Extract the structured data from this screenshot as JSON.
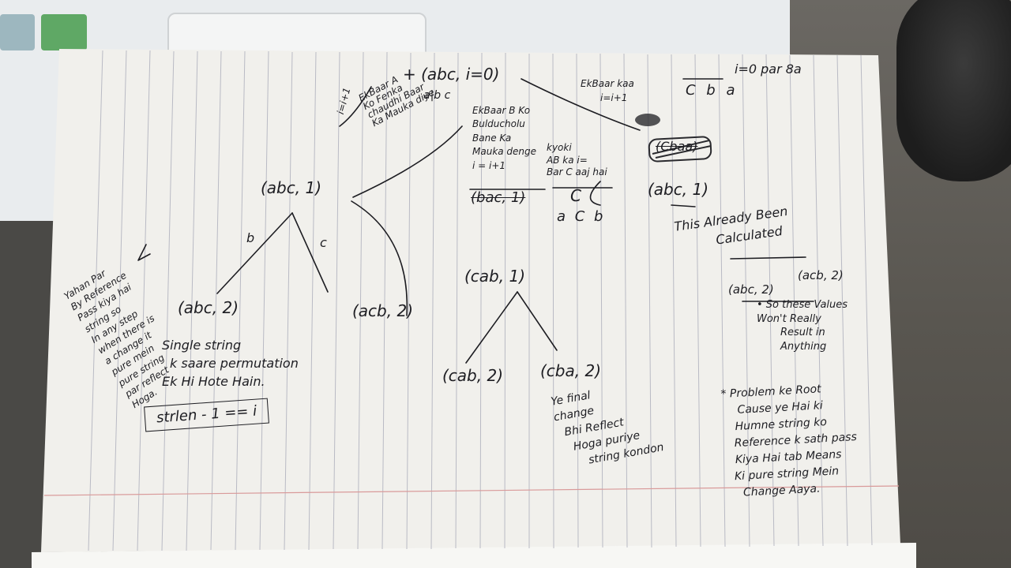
{
  "page": {
    "alt": "Photo of a lined notebook page with handwritten notes on string permutation recursion"
  },
  "notes": {
    "top_call": "+ (abc, i=0)",
    "i_inc_top": "i=i+1",
    "left_margin_note": [
      "EkBaar A",
      "Ko Fenka",
      "chaudhi Baar",
      "Ka Mauka diye"
    ],
    "abc_small": "a|b c",
    "middle_col": [
      "EkBaar B Ko",
      "Bulducholu",
      "Bane Ka",
      "Mauka denge",
      "i = i+1"
    ],
    "right_top": [
      "EkBaar kaa",
      "i=i+1"
    ],
    "top_right_call": "i=0 par 8a",
    "cba_top": "C b a",
    "scratch_top": "(Cbaa)",
    "kyoki_note": [
      "kyoki",
      "AB ka i=",
      "Bar C aaj hai"
    ],
    "c_big": "C",
    "acb_small": "a C b",
    "bac_scratch": "(bac, 1)",
    "call_abc_1": "(abc, 1)",
    "call_abc_1_right": "(abc, 1)",
    "branch_b": "b",
    "branch_c": "c",
    "call_abc_2": "(abc, 2)",
    "call_acb_2": "(acb, 2)",
    "call_cab_1": "(cab, 1)",
    "call_cab_2": "(cab, 2)",
    "call_cba_2": "(cba, 2)",
    "single_string": [
      "Single string",
      "k saare permutation",
      "Ek Hi Hote Hain."
    ],
    "base_case": "strlen - 1 == i",
    "already_calc": [
      "This Already Been",
      "Calculated"
    ],
    "calc_pair_a": "(abc, 2)",
    "calc_pair_b": "(acb, 2)",
    "values_note": [
      "• So these Values",
      "Won't Really",
      "Result in",
      "Anything"
    ],
    "final_change": [
      "Ye final",
      "change",
      "Bhi Reflect",
      "Hoga puriye",
      "string kondon"
    ],
    "left_rotated_note": [
      "Yahan Par",
      "By Reference",
      "Pass kiya hai",
      "string so",
      "In any step",
      "when there is",
      "a change it",
      "pure mein",
      "pure string",
      "par reflect",
      "Hoga."
    ],
    "problem_note": [
      "* Problem ke Root",
      "Cause ye Hai ki",
      "Humne string ko",
      "Reference k sath pass",
      "Kiya Hai tab Means",
      "Ki pure string Mein",
      "Change Aaya."
    ]
  }
}
